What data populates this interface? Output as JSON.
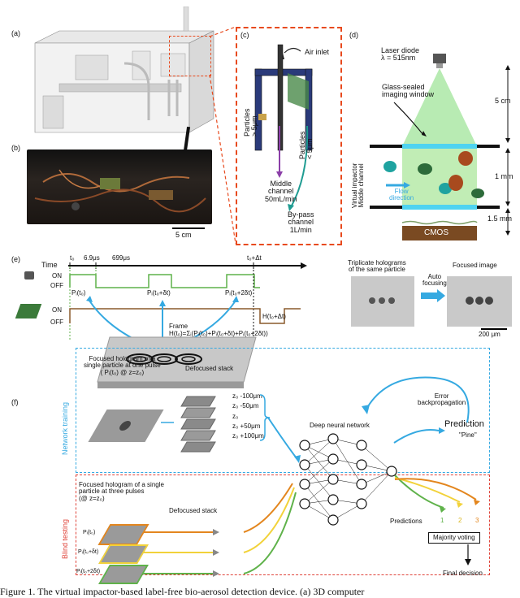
{
  "panels": {
    "a": "(a)",
    "b": "(b)",
    "c": "(c)",
    "d": "(d)",
    "e": "(e)",
    "f": "(f)"
  },
  "panel_b": {
    "scale_bar": "5 cm"
  },
  "panel_c": {
    "air_inlet": "Air inlet",
    "particles_gt": "Particles\n> 5μm",
    "particles_lt": "Particles\n< 5μm",
    "middle_channel": "Middle\nchannel\n50mL/min",
    "bypass_channel": "By-pass\nchannel\n1L/min"
  },
  "panel_d": {
    "laser": "Laser diode\nλ = 515nm",
    "window": "Glass-sealed\nimaging window",
    "dim_5cm": "5 cm",
    "dim_1mm": "1 mm",
    "dim_15mm": "1.5 mm",
    "vi_label": "Virtual impactor\nMiddle channel",
    "flow": "Flow\ndirection",
    "cmos": "CMOS"
  },
  "panel_e": {
    "time": "Time",
    "t0": "t₀",
    "t1": "6.9μs",
    "t2": "699μs",
    "tend": "t₀+Δt",
    "on": "ON",
    "off": "OFF",
    "p1": "Pᵢ(t₀)",
    "p2": "Pᵢ(t₀+δt)",
    "p3": "Pᵢ(t₀+2δt)",
    "h_end": "H(t₀+Δt)",
    "frame": "Frame",
    "frame_eq": "H(t₀)=Σᵢ(Pᵢ(t₀)+Pᵢ(t₀+δt)+Pᵢ(t₀+2δt))",
    "triplicate": "Triplicate holograms\nof the same particle",
    "auto_focus": "Auto\nfocusing",
    "focused": "Focused image",
    "scale": "200 μm"
  },
  "panel_f": {
    "training_title": "Network training",
    "testing_title": "Blind testing",
    "focused_one": "Focused hologram of a\nsingle particle at one pulse\n( Pᵢ(t₀) @ z=z₀)",
    "defocused": "Defocused stack",
    "z_values": [
      "z₀ -100μm",
      "z₀ -50μm",
      "z₀",
      "z₀ +50μm",
      "z₀ +100μm"
    ],
    "dnn": "Deep neural network",
    "error": "Error\nbackpropagation",
    "prediction": "Prediction",
    "pine": "\"Pine\"",
    "focused_three": "Focused hologram of a single\nparticle at three pulses\n(@ z=z₀)",
    "defocused2": "Defocused stack",
    "pt": [
      "Pᵢ(t₀)",
      "Pᵢ(t₀+δt)",
      "Pᵢ(t₀+2δt)"
    ],
    "predictions": "Predictions",
    "pred_nums": [
      "1",
      "2",
      "3"
    ],
    "majority": "Majority voting",
    "final": "Final decision"
  },
  "caption": "Figure 1. The virtual impactor-based label-free bio-aerosol detection device. (a) 3D computer",
  "colors": {
    "cyan": "#35a9e1",
    "green": "#5fb24a",
    "orange": "#e3861e",
    "red": "#e0443a",
    "brown": "#8a5a2b",
    "yellow": "#f2d23a",
    "purple": "#8b3fa8",
    "teal": "#1f9c92"
  }
}
